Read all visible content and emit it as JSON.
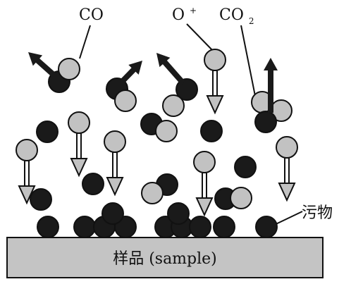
{
  "labels": {
    "co": "CO",
    "o_plus_base": "O",
    "o_plus_sup": "+",
    "co2_base": "CO",
    "co2_sub": "2",
    "contaminant": "污物",
    "sample": "样品 (sample)"
  },
  "colors": {
    "carbon": "#1a1a1a",
    "oxygen": "#c2c2c2",
    "outline": "#111111",
    "sample_fill": "#c4c4c4",
    "arrow_fill": "#1a1a1a",
    "ion_arrow_fill": "#c2c2c2",
    "background": "#ffffff"
  }
}
